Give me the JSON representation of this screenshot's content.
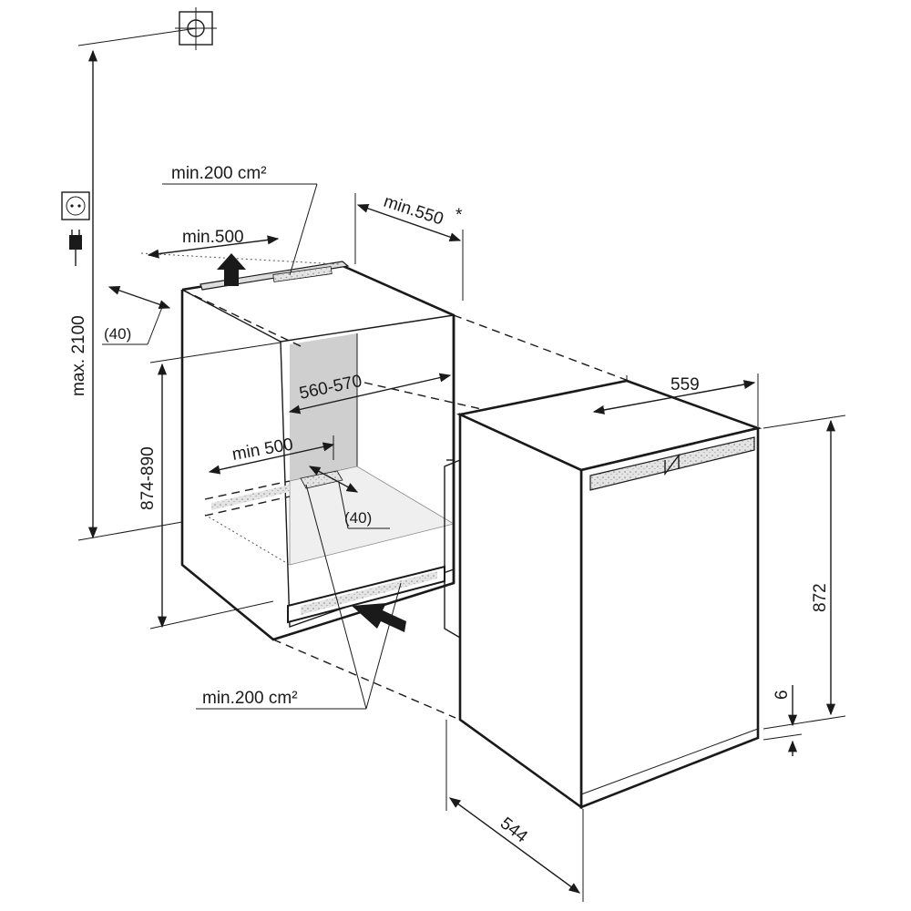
{
  "dimensions": {
    "max_height": "max. 2100",
    "vent_area_top": "min.200 cm²",
    "vent_area_bottom": "min.200 cm²",
    "niche_depth": "min.550",
    "niche_depth_star": "*",
    "top_opening_width": "min.500",
    "top_offset": "(40)",
    "niche_width": "560-570",
    "bottom_opening_width": "min 500",
    "bottom_offset": "(40)",
    "niche_height": "874-890",
    "appliance_width": "559",
    "appliance_height": "872",
    "foot_gap": "6",
    "appliance_depth": "544"
  },
  "icons": {
    "top_symbol": "connection-point-symbol",
    "socket": "power-socket-icon",
    "plug": "power-plug-icon"
  }
}
